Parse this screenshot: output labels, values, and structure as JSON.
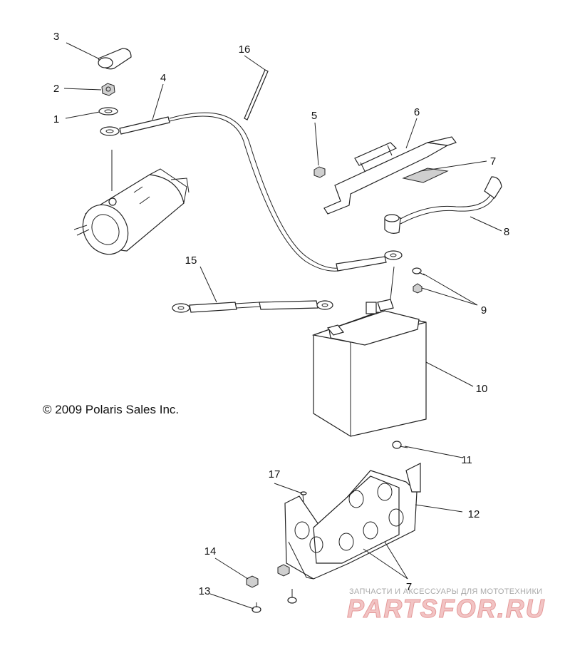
{
  "callouts": [
    {
      "id": "1",
      "label": "1"
    },
    {
      "id": "2",
      "label": "2"
    },
    {
      "id": "3",
      "label": "3"
    },
    {
      "id": "4",
      "label": "4"
    },
    {
      "id": "5",
      "label": "5"
    },
    {
      "id": "6",
      "label": "6"
    },
    {
      "id": "7a",
      "label": "7"
    },
    {
      "id": "7b",
      "label": "7"
    },
    {
      "id": "8",
      "label": "8"
    },
    {
      "id": "9",
      "label": "9"
    },
    {
      "id": "10",
      "label": "10"
    },
    {
      "id": "11",
      "label": "11"
    },
    {
      "id": "12",
      "label": "12"
    },
    {
      "id": "13",
      "label": "13"
    },
    {
      "id": "14",
      "label": "14"
    },
    {
      "id": "15",
      "label": "15"
    },
    {
      "id": "16",
      "label": "16"
    },
    {
      "id": "17",
      "label": "17"
    }
  ],
  "copyright": "© 2009 Polaris Sales Inc.",
  "watermark": {
    "tagline": "ЗАПЧАСТИ И АКСЕССУАРЫ ДЛЯ МОТОТЕХНИКИ",
    "brand": "PARTSFOR.RU"
  }
}
